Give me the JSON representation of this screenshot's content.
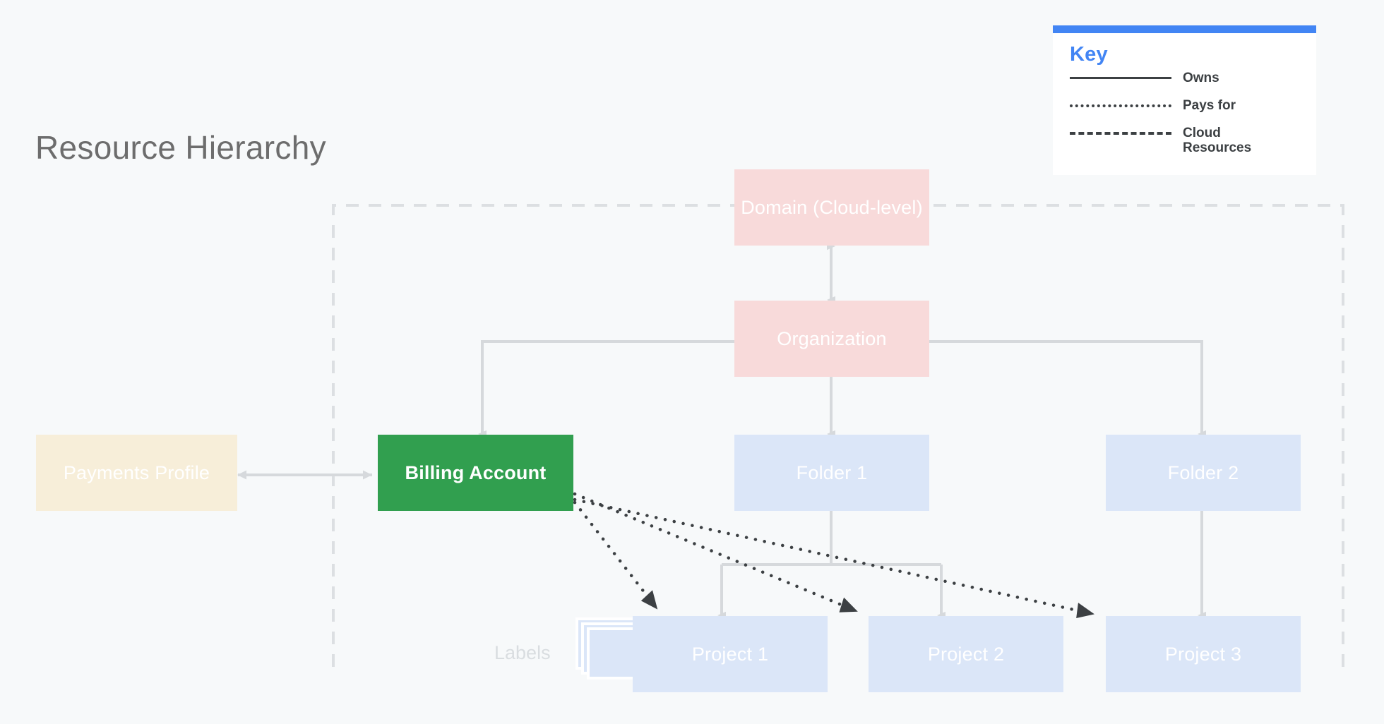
{
  "page": {
    "title": "Resource Hierarchy",
    "background_color": "#f7f9fa"
  },
  "key": {
    "title": "Key",
    "accent_color": "#4285f4",
    "rows": [
      {
        "style": "solid",
        "label": "Owns"
      },
      {
        "style": "dotted",
        "label": "Pays for"
      },
      {
        "style": "dashed",
        "label": "Cloud Resources"
      }
    ]
  },
  "diagram": {
    "labels_caption": "Labels",
    "nodes": {
      "domain": {
        "label": "Domain (Cloud-level)",
        "color": "#f8dada"
      },
      "org": {
        "label": "Organization",
        "color": "#f8dada"
      },
      "payments": {
        "label": "Payments Profile",
        "color": "#f7eed9"
      },
      "billing": {
        "label": "Billing Account",
        "color": "#319f4f"
      },
      "folder1": {
        "label": "Folder 1",
        "color": "#dbe6f8"
      },
      "folder2": {
        "label": "Folder 2",
        "color": "#dbe6f8"
      },
      "project1": {
        "label": "Project 1",
        "color": "#dbe6f8"
      },
      "project2": {
        "label": "Project 2",
        "color": "#dbe6f8"
      },
      "project3": {
        "label": "Project 3",
        "color": "#dbe6f8"
      }
    },
    "edges": {
      "domain_org": "Domain (Cloud-level) <-> Organization",
      "org_billing": "Organization -> Billing Account",
      "org_folder1": "Organization -> Folder 1",
      "org_folder2": "Organization -> Folder 2",
      "payments_billing": "Payments Profile <-> Billing Account",
      "folder1_project1": "Folder 1 -> Project 1",
      "folder1_project2": "Folder 1 -> Project 2",
      "folder2_project3": "Folder 2 -> Project 3",
      "billing_project1": "Billing Account pays for Project 1",
      "billing_project2": "Billing Account pays for Project 2",
      "billing_project3": "Billing Account pays for Project 3"
    },
    "cloud_resources_boundary": "dashed"
  }
}
